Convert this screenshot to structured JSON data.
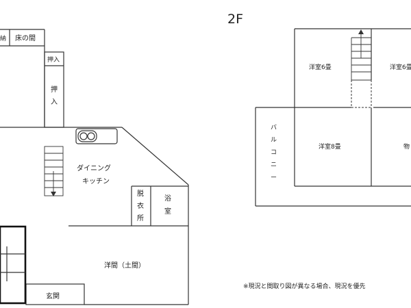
{
  "floor2_title": "2F",
  "floor1": {
    "rooms": {
      "storage_partial": "納",
      "tokonoma": "床の間",
      "oshiire_small": "押入",
      "oshiire_tall": [
        "押",
        "入"
      ],
      "dining_kitchen": [
        "ダイニング",
        "キッチン"
      ],
      "dressing": [
        "脱",
        "衣",
        "所"
      ],
      "bath": [
        "浴",
        "室"
      ],
      "western_doma": "洋間（土間）",
      "entrance": "玄関"
    }
  },
  "floor2": {
    "rooms": {
      "western6_left": "洋室6畳",
      "western6_right": "洋室6畳",
      "western8": "洋室8畳",
      "storage_partial": "物",
      "balcony": [
        "バ",
        "ル",
        "コ",
        "ニ",
        "ー"
      ]
    }
  },
  "note": "※現況と間取り図が異なる場合、現況を優先"
}
